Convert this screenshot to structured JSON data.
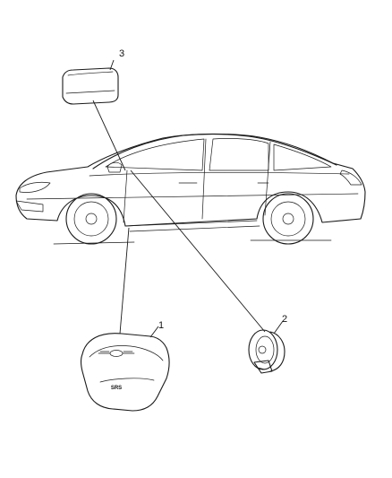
{
  "callouts": {
    "part1": "1",
    "part2": "2",
    "part3": "3"
  },
  "badge_text": "SRS"
}
